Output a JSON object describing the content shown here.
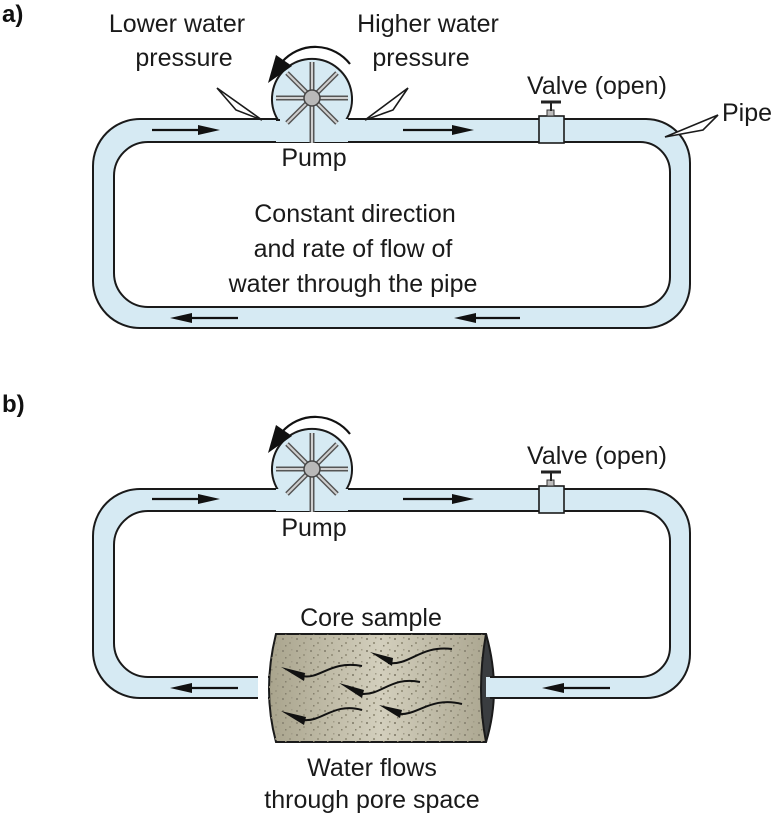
{
  "figure": {
    "panel_a": {
      "label": "a)",
      "lower_pressure_label": [
        "Lower water",
        "pressure"
      ],
      "higher_pressure_label": [
        "Higher water",
        "pressure"
      ],
      "valve_label": "Valve (open)",
      "pipe_label": "Pipe",
      "pump_label": "Pump",
      "caption": [
        "Constant direction",
        "and rate of flow of",
        "water through the pipe"
      ],
      "flow_arrows": {
        "top": "right",
        "bottom": "left"
      },
      "valve_state": "open"
    },
    "panel_b": {
      "label": "b)",
      "valve_label": "Valve (open)",
      "pump_label": "Pump",
      "core_label": "Core sample",
      "caption": [
        "Water flows",
        "through pore space"
      ],
      "flow_arrows": {
        "top": "right",
        "bottom": "left",
        "core": "left"
      },
      "valve_state": "open"
    },
    "colors": {
      "water": "#d6eaf3",
      "outline": "#1a1a1a",
      "core": "#b9b39c",
      "core_end": "#3a3d40"
    },
    "icons": {
      "pump": "impeller-icon",
      "valve": "gate-valve-icon",
      "rotation": "counterclockwise-arrow-icon",
      "flow": "arrow-icon"
    }
  }
}
